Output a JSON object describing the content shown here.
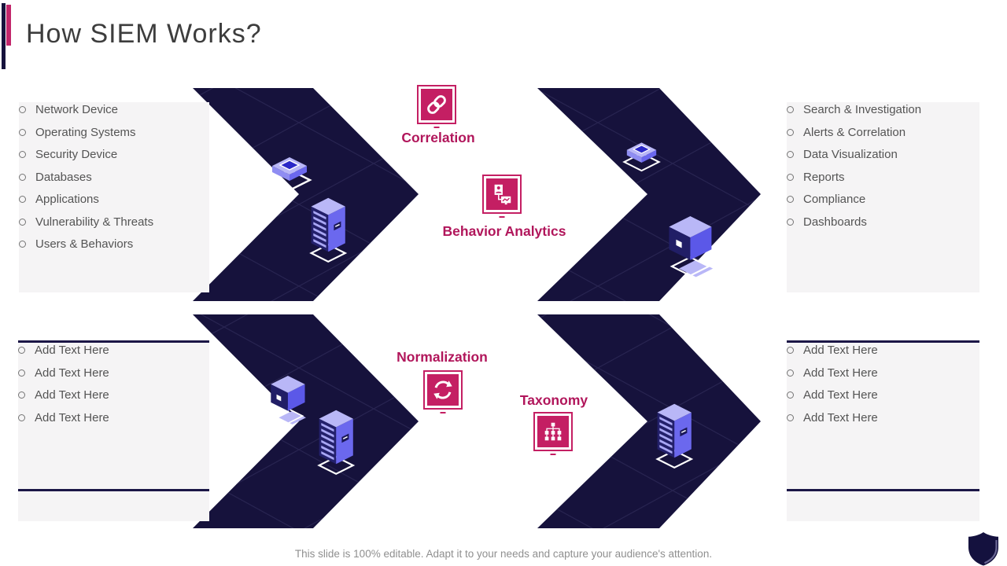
{
  "slide": {
    "title": "How SIEM Works?",
    "footer": "This slide is 100% editable. Adapt it to your needs and capture your audience's attention."
  },
  "colors": {
    "accent_pink": "#c41f63",
    "label_crimson": "#b1165b",
    "chevron_navy": "#16123c",
    "panel_gray": "#f5f4f5",
    "device_purple_light": "#b9b7f7",
    "device_purple_mid": "#6b68ee"
  },
  "panels": {
    "sources": {
      "items": [
        "Network Device",
        "Operating Systems",
        "Security Device",
        "Databases",
        "Applications",
        "Vulnerability  & Threats",
        "Users & Behaviors"
      ]
    },
    "outputs": {
      "items": [
        "Search & Investigation",
        "Alerts & Correlation",
        "Data Visualization",
        "Reports",
        "Compliance",
        "Dashboards"
      ]
    },
    "bottom_left": {
      "items": [
        "Add Text Here",
        "Add Text Here",
        "Add Text Here",
        "Add Text Here"
      ]
    },
    "bottom_right": {
      "items": [
        "Add Text Here",
        "Add Text Here",
        "Add Text Here",
        "Add Text Here"
      ]
    }
  },
  "stages": {
    "correlation": {
      "label": "Correlation"
    },
    "behavior_analytics": {
      "label": "Behavior Analytics"
    },
    "normalization": {
      "label": "Normalization"
    },
    "taxonomy": {
      "label": "Taxonomy"
    }
  }
}
